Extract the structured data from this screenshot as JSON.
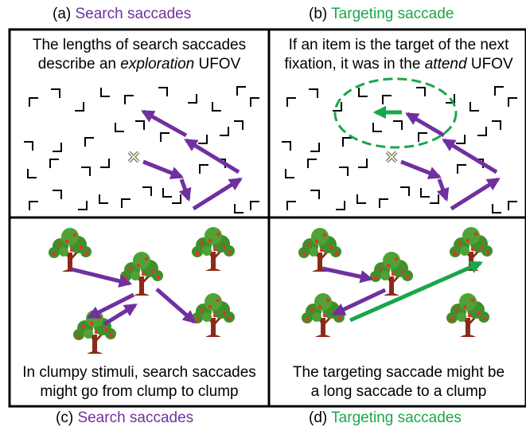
{
  "panels": {
    "a": {
      "prefix": "(a) ",
      "title": "Search saccades",
      "line1": "The lengths of search saccades",
      "line2_pre": "describe an ",
      "line2_em": "exploration",
      "line2_post": " UFOV"
    },
    "b": {
      "prefix": "(b) ",
      "title": "Targeting saccade",
      "line1": "If an item is the target of the next",
      "line2_pre": "fixation, it was in the ",
      "line2_em": "attend",
      "line2_post": " UFOV"
    },
    "c": {
      "prefix": "(c) ",
      "title": "Search saccades",
      "line1": "In clumpy stimuli, search saccades",
      "line2": "might go from clump to clump"
    },
    "d": {
      "prefix": "(d) ",
      "title": "Targeting saccades",
      "line1": "The targeting saccade might be",
      "line2": "a long saccade to a clump"
    }
  },
  "colors": {
    "search": "#7030a0",
    "targeting": "#1aa64a",
    "border": "#000000",
    "trunk": "#8b2a1a",
    "foliage": "#3f8f2a",
    "fruit": "#e8332a"
  },
  "icons": {
    "fixation": "x-mark-icon",
    "item": "corner-element-icon",
    "tree": "tree-icon"
  }
}
